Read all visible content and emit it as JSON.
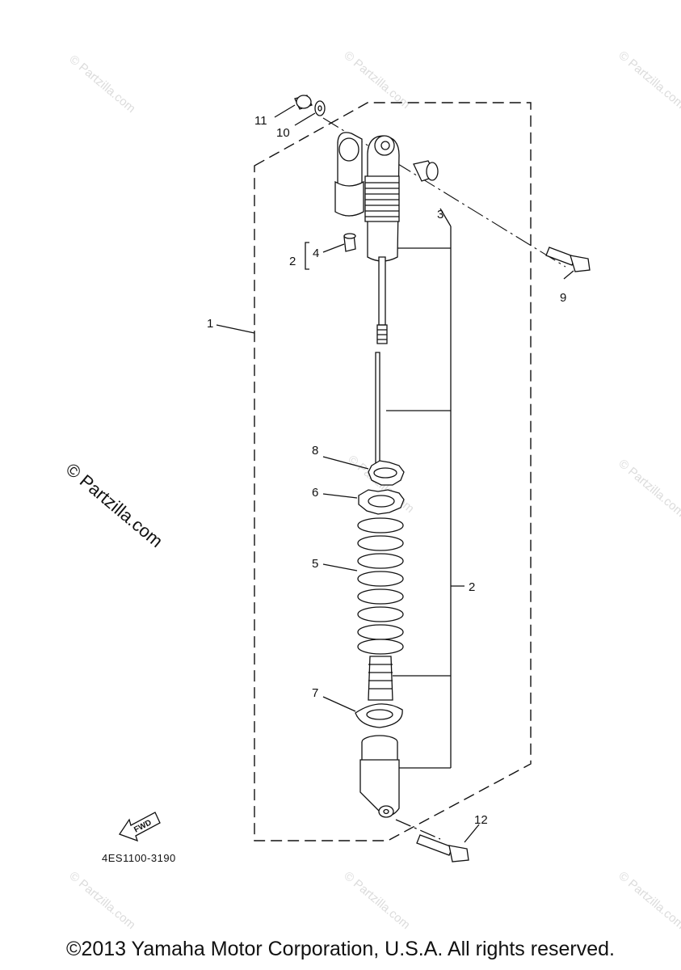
{
  "watermark": {
    "small_text": "© Partzilla.com",
    "large_text": "© Partzilla.com"
  },
  "callouts": {
    "c1": "1",
    "c2_upper": "2",
    "c4": "4",
    "c3": "3",
    "c5": "5",
    "c6": "6",
    "c7": "7",
    "c8": "8",
    "c9": "9",
    "c10": "10",
    "c11": "11",
    "c12": "12",
    "c2_right": "2"
  },
  "fwd_label": "FWD",
  "diagram_code": "4ES1100-3190",
  "copyright": "©2013 Yamaha Motor Corporation, U.S.A. All rights reserved."
}
